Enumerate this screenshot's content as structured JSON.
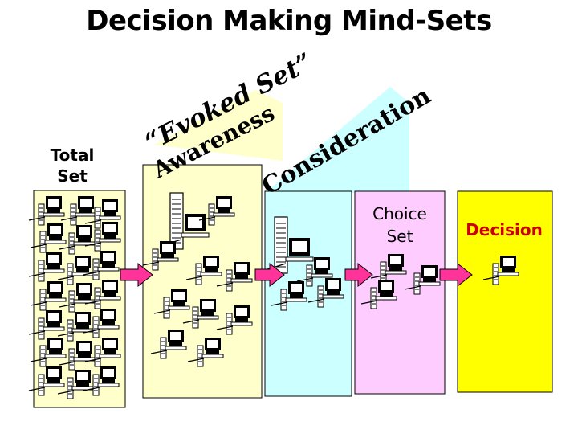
{
  "title": "Decision Making Mind-Sets",
  "stages": {
    "total": "Total Set",
    "total_line1": "Total",
    "total_line2": "Set",
    "awareness": "Awareness",
    "evoked": "“Evoked Set”",
    "consideration": "Consideration",
    "choice_line1": "Choice",
    "choice_line2": "Set",
    "decision": "Decision"
  },
  "colors": {
    "total_box": "#ffffcc",
    "evoked_box": "#ffffcc",
    "consideration_box": "#ccffff",
    "choice_box": "#ffccff",
    "decision_box": "#ffff00",
    "arrow": "#ff3399",
    "decision_text": "#cc0000"
  },
  "icons": {
    "item": "computer-icon",
    "connector": "arrow-right-icon"
  }
}
